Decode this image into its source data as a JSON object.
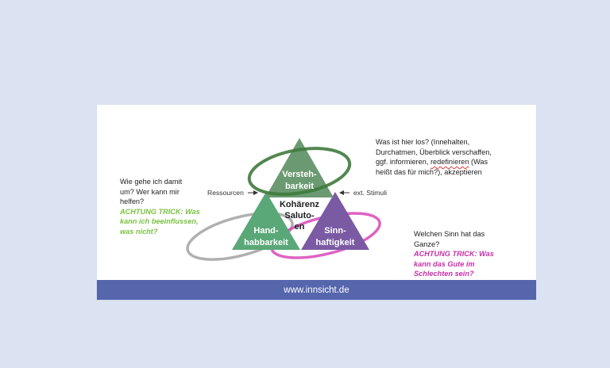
{
  "diagram": {
    "top_triangle": [
      "Versteh-",
      "barkeit"
    ],
    "left_triangle": [
      "Hand-",
      "habbarkeit"
    ],
    "right_triangle": [
      "Sinn-",
      "haftigkeit"
    ],
    "center": [
      "Kohärenz",
      "Saluto-",
      "en"
    ],
    "arrow_left_label": "Ressourcen",
    "arrow_right_label": "ext. Stimuli",
    "colors": {
      "top_triangle": "#6b9a72",
      "left_triangle": "#5aa878",
      "right_triangle": "#7b5aa4",
      "top_ring": "#3f7a3c",
      "left_ring": "#9c9c9c",
      "right_ring": "#d946b8",
      "footer": "#5566ad"
    }
  },
  "text_left": {
    "lines": [
      "Wie gehe ich damit",
      "um? Wer kann mir",
      "helfen?"
    ],
    "highlight": [
      "ACHTUNG TRICK: Was",
      "kann ich beeinflussen,",
      "was nicht?"
    ]
  },
  "text_top_right": {
    "line1": "Was ist hier los? (Innehalten,",
    "line2": "Durchatmen, Überblick verschaffen,",
    "line3": "ggf. informieren, ",
    "line3_underlined": "redefinieren",
    "line3_end": " (Was",
    "line4": "heißt das für mich?), akzeptieren"
  },
  "text_bottom_right": {
    "lines": [
      "Welchen Sinn hat das",
      "Ganze?"
    ],
    "highlight": [
      "ACHTUNG TRICK: Was",
      "kann das Gute im",
      "Schlechten sein?"
    ]
  },
  "footer": {
    "text": "www.innsicht.de"
  }
}
